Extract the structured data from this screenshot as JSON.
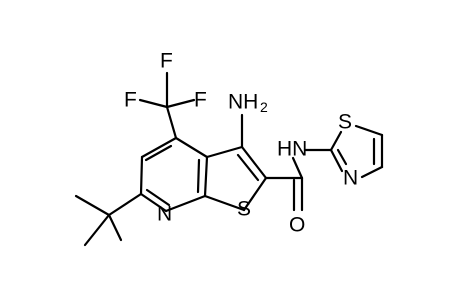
{
  "molecule": {
    "atoms": {
      "f_top": "F",
      "f_left": "F",
      "f_right": "F",
      "amine_n": "NH",
      "amine_sub": "2",
      "amide_nh": "HN",
      "thiazole_s": "S",
      "thiazole_n": "N",
      "pyridine_n": "N",
      "thiophene_s": "S",
      "carbonyl_o": "O"
    }
  }
}
